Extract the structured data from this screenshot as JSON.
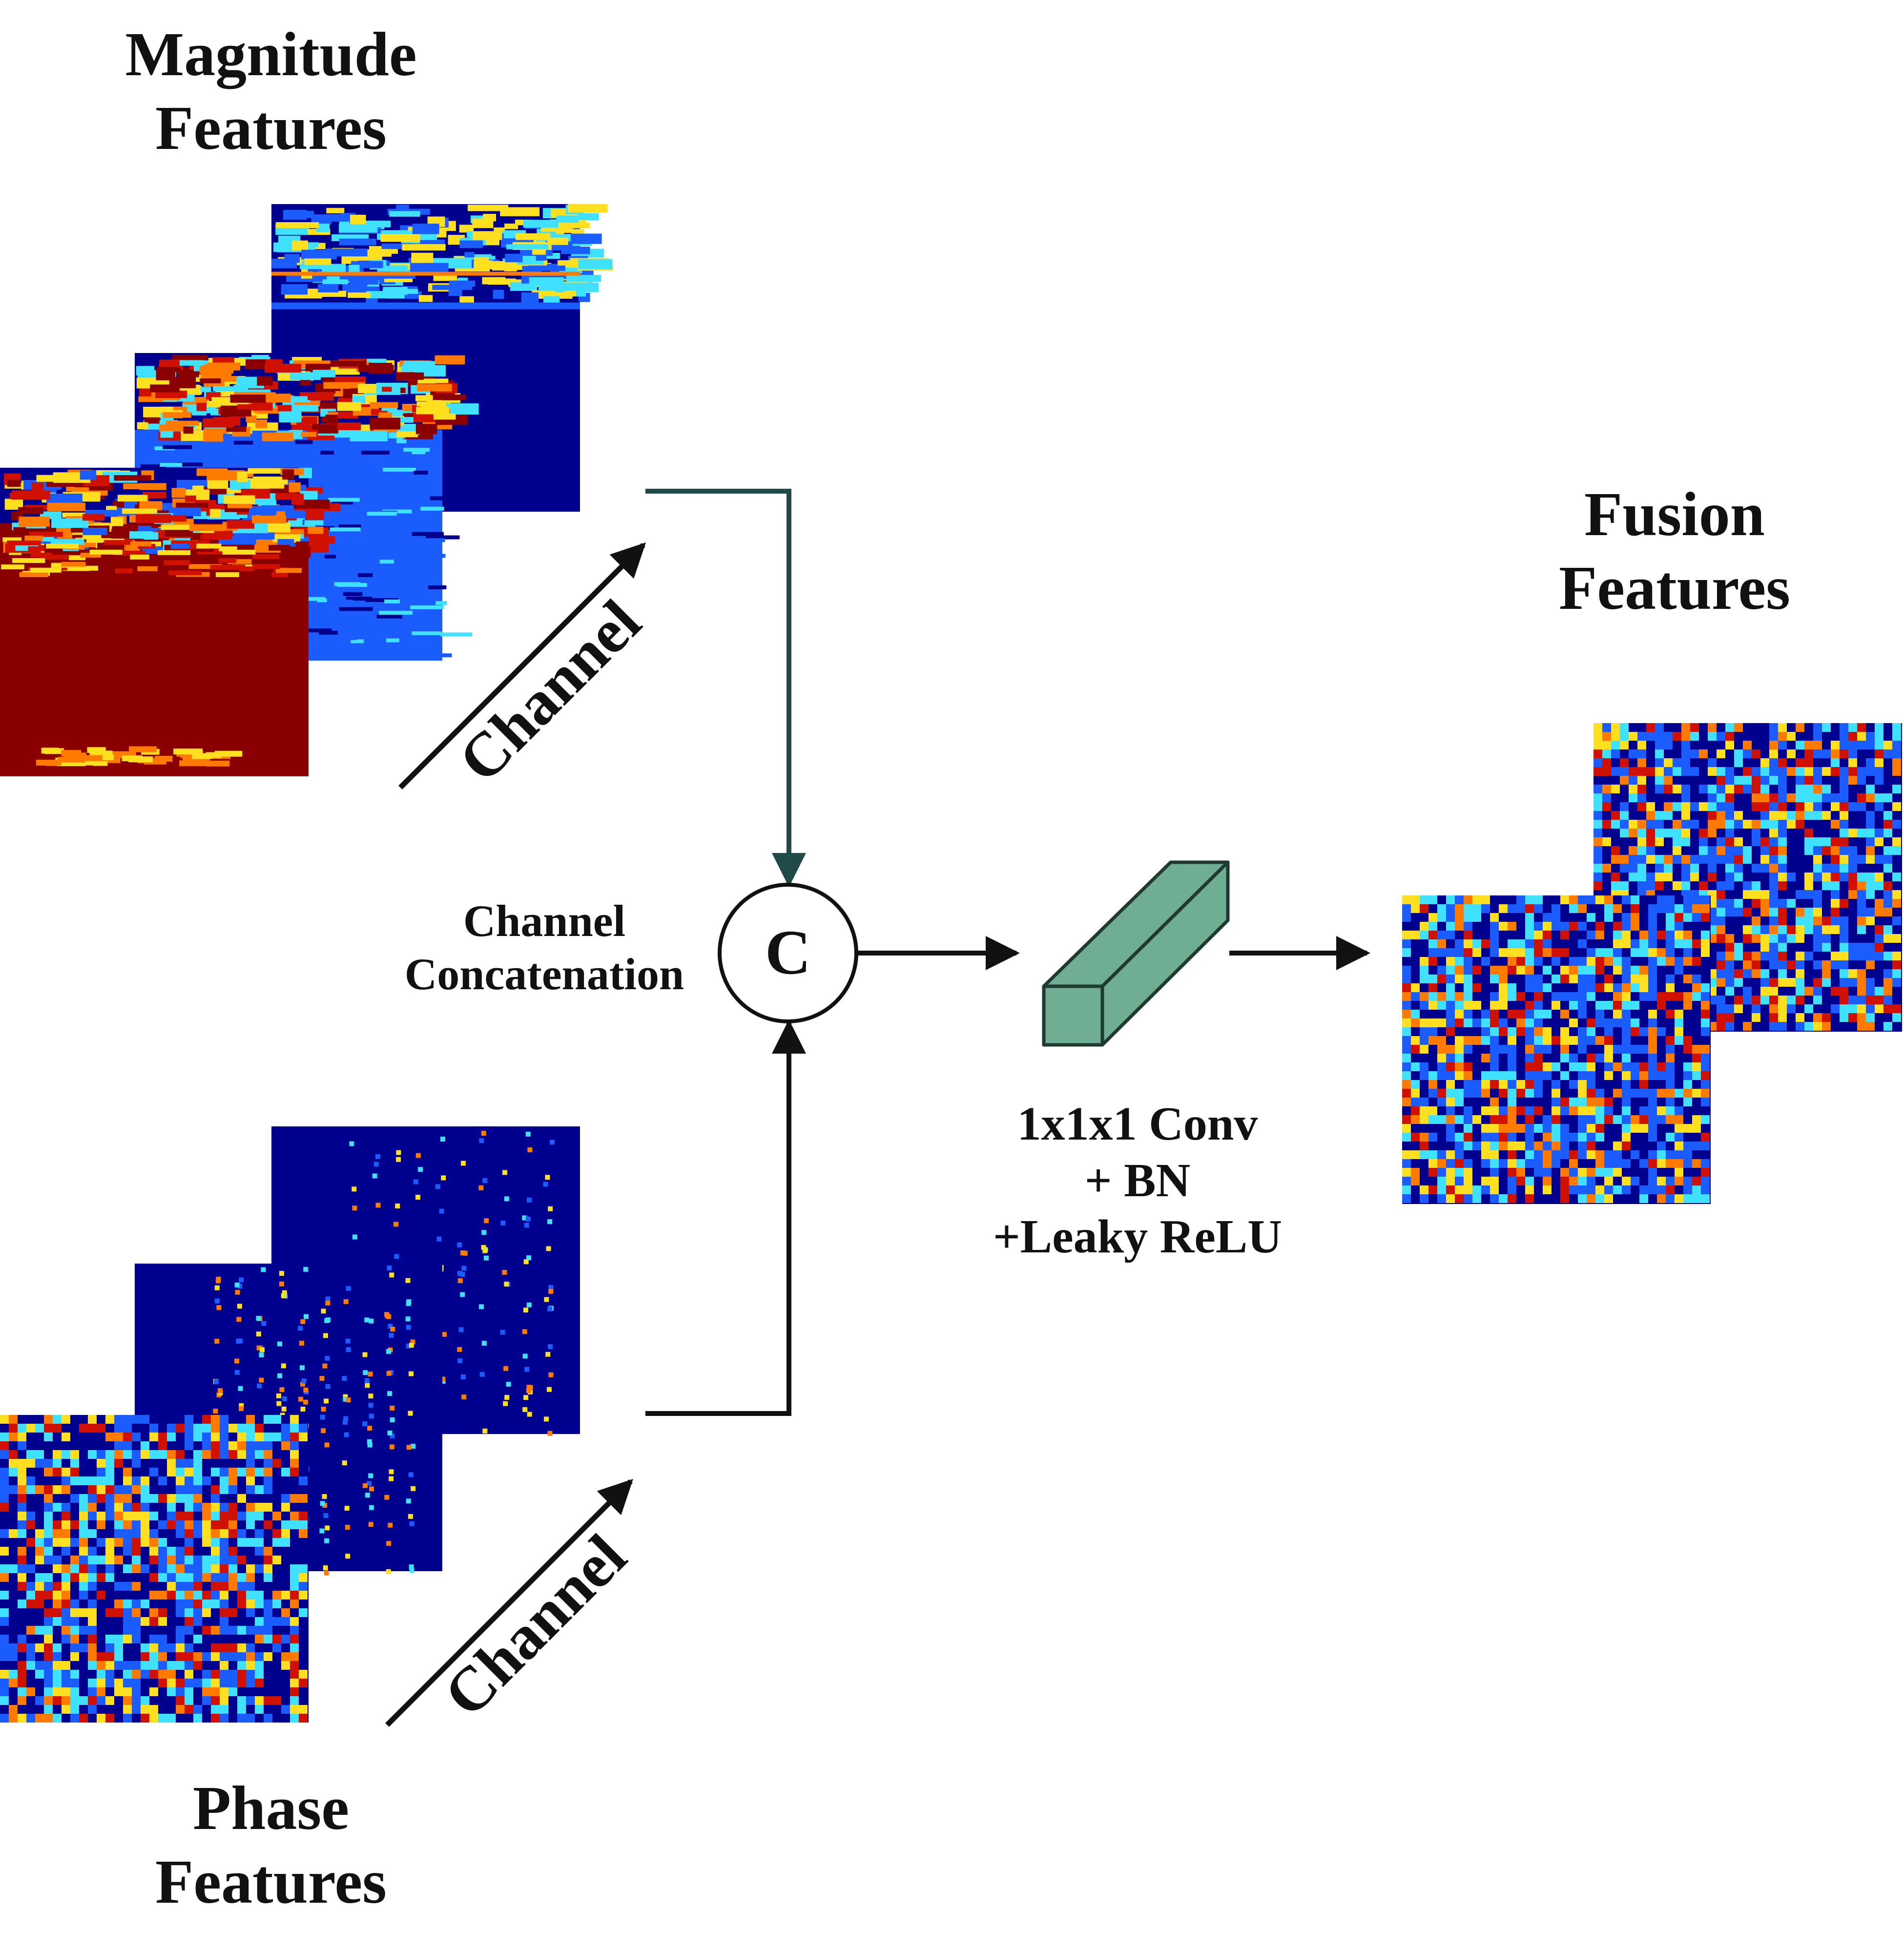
{
  "labels": {
    "magnitude_line1": "Magnitude",
    "magnitude_line2": "Features",
    "phase_line1": "Phase",
    "phase_line2": "Features",
    "fusion_line1": "Fusion",
    "fusion_line2": "Features",
    "channel_top": "Channel",
    "channel_bottom": "Channel",
    "concat_line1": "Channel",
    "concat_line2": "Concatenation",
    "concat_symbol": "C",
    "conv_line1": "1x1x1 Conv",
    "conv_line2": "+ BN",
    "conv_line3": "+Leaky ReLU"
  },
  "colors": {
    "deep_blue": "#00008f",
    "mid_blue": "#1a5cff",
    "cyan": "#40e0ff",
    "yellow": "#ffe020",
    "orange": "#ff7a00",
    "red": "#d01000",
    "dark_red": "#8a0000",
    "conv_block_fill": "#6fae92",
    "conv_block_stroke": "#1f3a30",
    "top_connector": "#1f4a48",
    "arrow": "#111111"
  },
  "icons": {
    "concat": "circle-c-icon",
    "conv_block": "cuboid-block-icon",
    "arrows": "arrow-right-icon"
  }
}
